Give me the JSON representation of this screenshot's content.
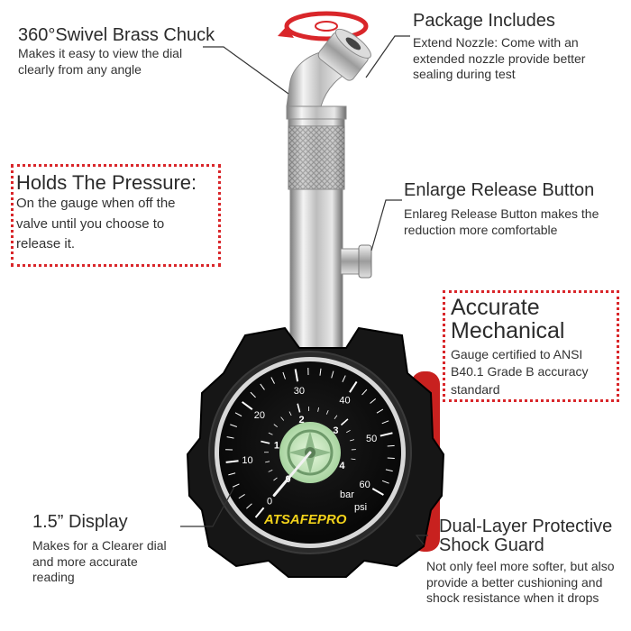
{
  "callouts": {
    "chuck": {
      "title": "360°Swivel Brass Chuck",
      "desc": "Makes it easy to view the dial clearly from any angle"
    },
    "package": {
      "title": "Package Includes",
      "desc": "Extend Nozzle: Come with an extended nozzle provide better sealing during test"
    },
    "hold": {
      "title": "Holds The Pressure:",
      "desc": "On the gauge when off the valve until you choose to release it."
    },
    "release": {
      "title": "Enlarge Release Button",
      "desc": "Enlareg Release Button makes the reduction  more comfortable"
    },
    "accurate": {
      "title_line1": "Accurate",
      "title_line2": "Mechanical",
      "desc": "Gauge certified to ANSI B40.1 Grade B accuracy standard"
    },
    "display": {
      "title": "1.5” Display",
      "desc": "Makes for a Clearer dial and more accurate reading"
    },
    "shock": {
      "title_line1": "Dual-Layer Protective",
      "title_line2": "Shock Guard",
      "desc": "Not only feel more softer, but also provide a better cushioning and shock resistance when it drops"
    }
  },
  "gauge": {
    "psi_ticks": [
      "0",
      "10",
      "20",
      "30",
      "40",
      "50",
      "60"
    ],
    "bar_ticks": [
      "0",
      "1",
      "2",
      "3",
      "4"
    ],
    "unit_bar": "bar",
    "unit_psi": "psi",
    "brand": "ATSAFEPRO",
    "needle_psi": 0
  },
  "colors": {
    "accent_red": "#d9262a",
    "gauge_body": "#151515",
    "dial_face": "#0d0d0d",
    "chrome": "#c9c9c9",
    "brand_yellow": "#f2d21a"
  }
}
